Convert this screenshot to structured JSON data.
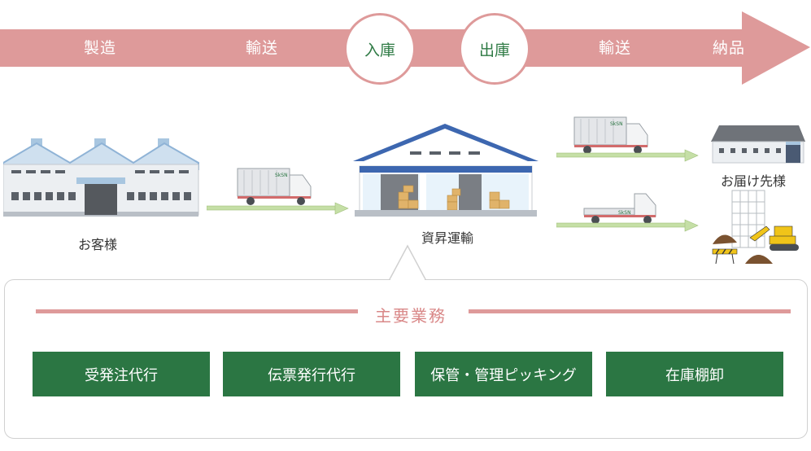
{
  "flow": {
    "steps": [
      "製造",
      "輸送",
      "入庫",
      "出庫",
      "輸送",
      "納品"
    ]
  },
  "places": {
    "customer": "お客様",
    "company": "資昇運輸",
    "destination": "お届け先様"
  },
  "truck_logo": "SkSN",
  "services": {
    "title": "主要業務",
    "items": [
      "受発注代行",
      "伝票発行代行",
      "保管・管理ピッキング",
      "在庫棚卸"
    ]
  },
  "colors": {
    "flow_arrow": "#de9a9a",
    "circle_text": "#2e7a44",
    "service_button": "#2b7643",
    "service_title": "#d98888",
    "roof_blue": "#3d67b0",
    "small_arrow": "#c5dfa6"
  }
}
